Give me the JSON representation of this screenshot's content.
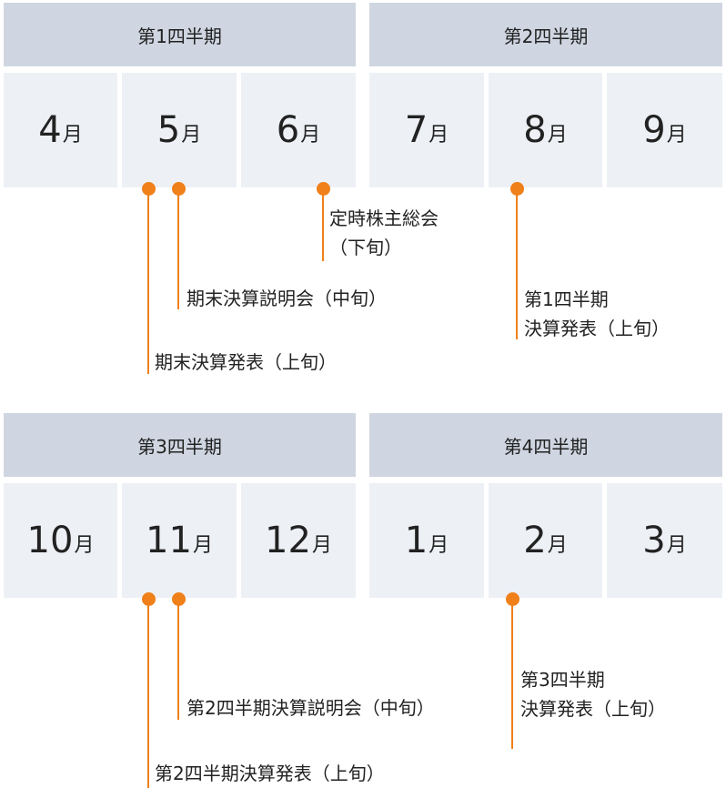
{
  "colors": {
    "accent": "#f08019",
    "header_bg": "#cfd6e1",
    "cell_bg": "#edf0f5"
  },
  "month_unit": "月",
  "quarters": [
    {
      "label": "第1四半期",
      "months": [
        "4",
        "5",
        "6"
      ]
    },
    {
      "label": "第2四半期",
      "months": [
        "7",
        "8",
        "9"
      ]
    },
    {
      "label": "第3四半期",
      "months": [
        "10",
        "11",
        "12"
      ]
    },
    {
      "label": "第4四半期",
      "months": [
        "1",
        "2",
        "3"
      ]
    }
  ],
  "events": [
    {
      "lines": [
        "期末決算発表（上旬）"
      ]
    },
    {
      "lines": [
        "期末決算説明会（中旬）"
      ]
    },
    {
      "lines": [
        "定時株主総会",
        "（下旬）"
      ]
    },
    {
      "lines": [
        "第1四半期",
        "決算発表（上旬）"
      ]
    },
    {
      "lines": [
        "第2四半期決算発表（上旬）"
      ]
    },
    {
      "lines": [
        "第2四半期決算説明会（中旬）"
      ]
    },
    {
      "lines": [
        "第3四半期",
        "決算発表（上旬）"
      ]
    }
  ]
}
